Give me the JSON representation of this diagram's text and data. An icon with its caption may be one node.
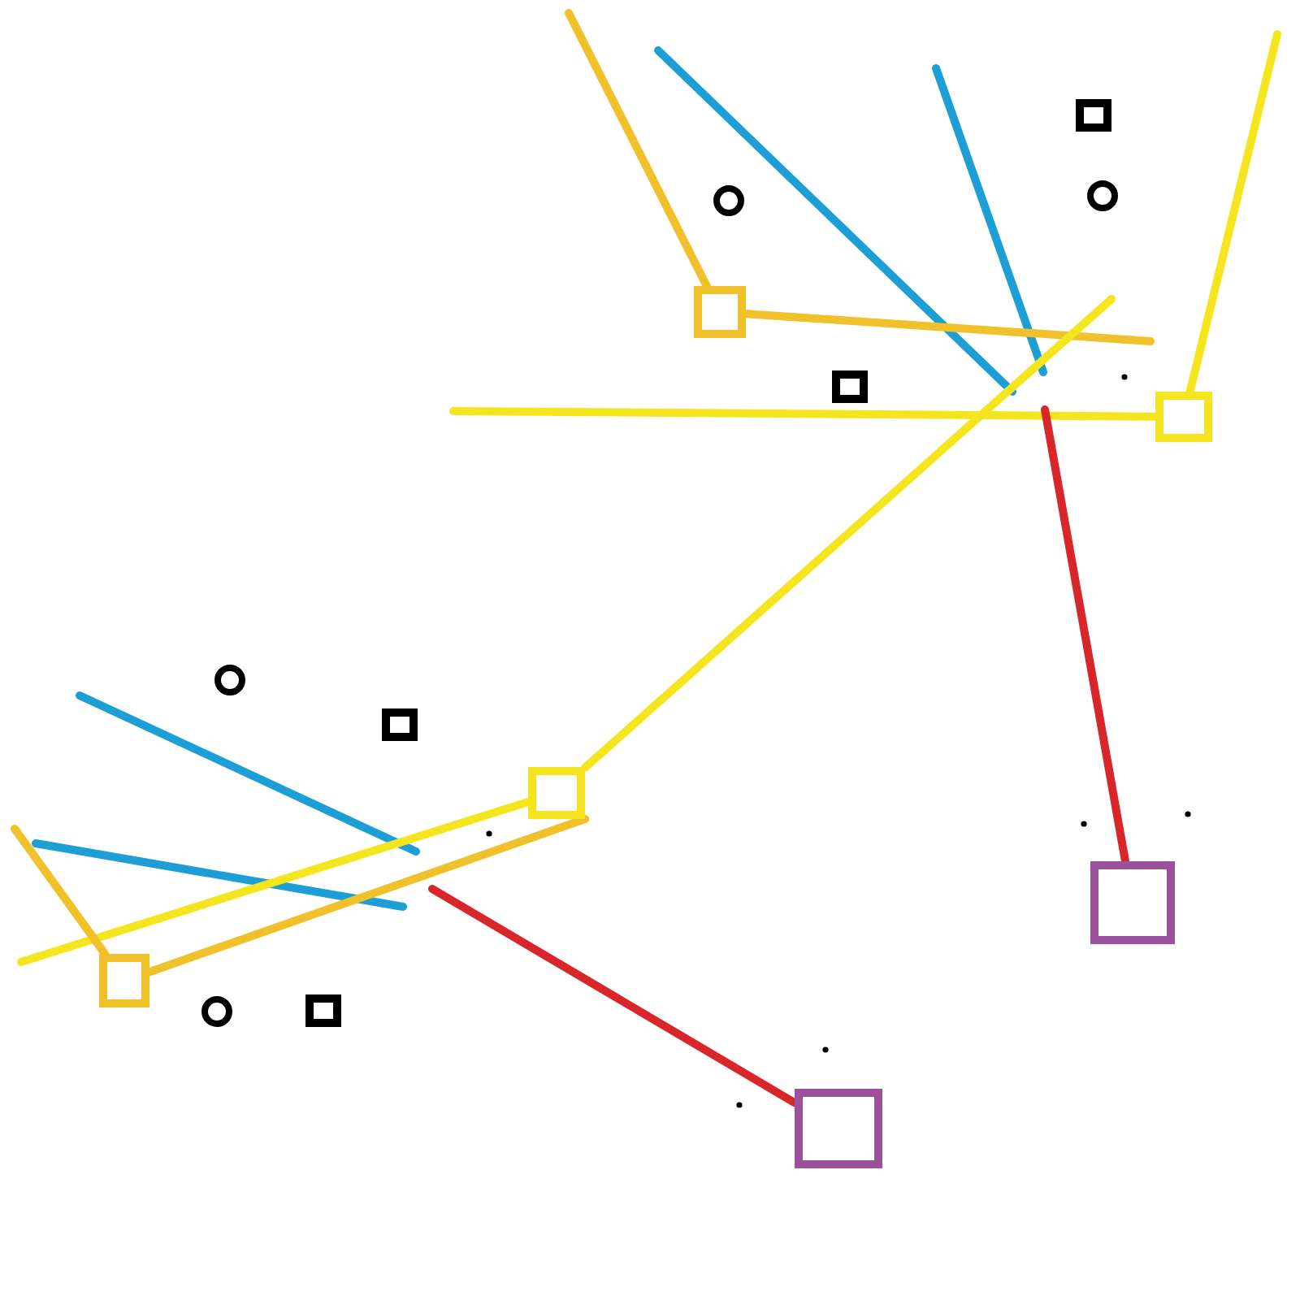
{
  "diagram": {
    "nodes": [
      {
        "text": [],
        "shape": "box"
      },
      {
        "text": [],
        "shape": "circle"
      },
      {
        "text": [],
        "shape": "circle"
      },
      {
        "text": [],
        "shape": "box"
      },
      {
        "text": [],
        "shape": "box"
      },
      {
        "text": [],
        "shape": "box"
      },
      {
        "text": [],
        "shape": "circle"
      },
      {
        "text": [],
        "shape": "box"
      },
      {
        "text": [],
        "shape": "box"
      },
      {
        "text": [],
        "shape": "box"
      },
      {
        "text": [],
        "shape": "box"
      },
      {
        "text": [],
        "shape": "circle"
      },
      {
        "text": [],
        "shape": "box"
      },
      {
        "text": [],
        "shape": "box"
      }
    ],
    "edges": [
      {
        "from": 3,
        "to": null,
        "arrow": "none",
        "color": "#f0c12b"
      },
      {
        "from": 3,
        "to": null,
        "arrow": "none",
        "color": "#f0c12b"
      },
      {
        "from": 5,
        "to": null,
        "arrow": "none",
        "color": "#f5e51f"
      },
      {
        "from": 5,
        "to": null,
        "arrow": "none",
        "color": "#f5e51f"
      },
      {
        "from": 8,
        "to": null,
        "arrow": "none",
        "color": "#f5e51f"
      },
      {
        "from": 8,
        "to": null,
        "arrow": "none",
        "color": "#f5e51f"
      },
      {
        "from": 9,
        "to": null,
        "arrow": "none",
        "color": "#d8262b"
      },
      {
        "from": 10,
        "to": null,
        "arrow": "none",
        "color": "#f0c12b"
      },
      {
        "from": 10,
        "to": 8,
        "arrow": "none",
        "color": "#f0c12b"
      },
      {
        "from": 13,
        "to": null,
        "arrow": "none",
        "color": "#d8262b"
      }
    ]
  }
}
